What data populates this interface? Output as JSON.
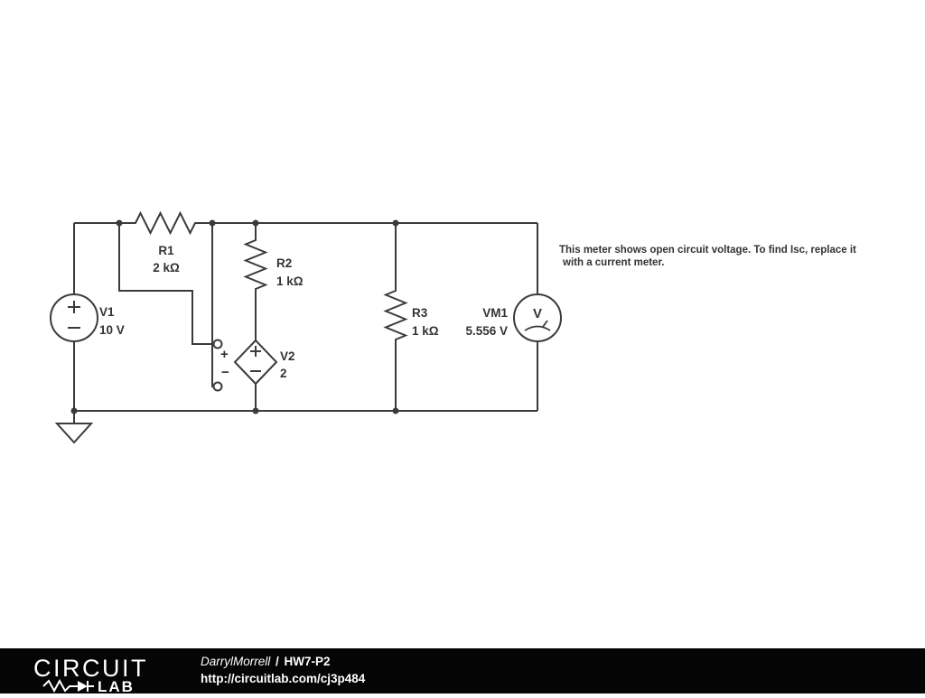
{
  "schematic": {
    "components": {
      "v1": {
        "name": "V1",
        "value": "10 V"
      },
      "r1": {
        "name": "R1",
        "value": "2 kΩ"
      },
      "r2": {
        "name": "R2",
        "value": "1 kΩ"
      },
      "v2": {
        "name": "V2",
        "value": "2"
      },
      "r3": {
        "name": "R3",
        "value": "1 kΩ"
      },
      "vm1": {
        "name": "VM1",
        "value": "5.556 V",
        "meter_letter": "V"
      }
    },
    "sense_port": {
      "plus": "+",
      "minus": "−"
    },
    "annotation": {
      "line1": "This meter shows open circuit voltage. To find Isc, replace it",
      "line2": "with a current meter."
    }
  },
  "footer": {
    "logo": {
      "circuit": "CIRCUIT",
      "lab": "LAB"
    },
    "author": "DarrylMorrell",
    "separator": "/",
    "title": "HW7-P2",
    "url": "http://circuitlab.com/cj3p484"
  },
  "colors": {
    "wire": "#3b3b3b",
    "label": "#333333",
    "footer_bg": "#050505",
    "footer_text": "#ffffff"
  }
}
